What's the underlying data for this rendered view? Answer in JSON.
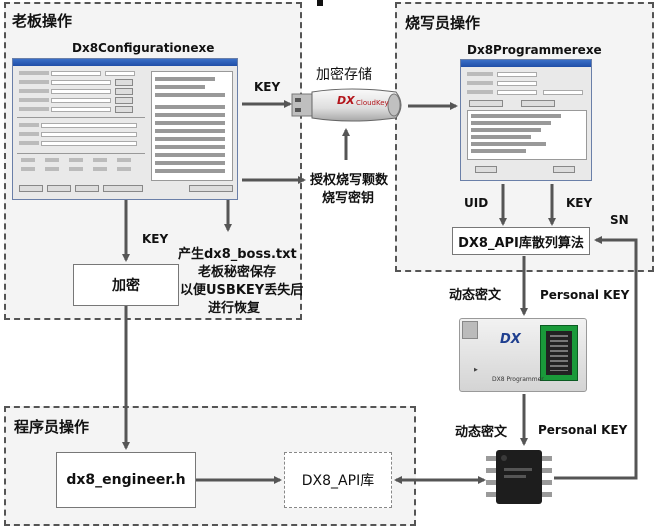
{
  "regions": {
    "boss": "老板操作",
    "burner": "烧写员操作",
    "programmer": "程序员操作"
  },
  "windows": {
    "config": "Dx8Configurationexe",
    "programmer": "Dx8Programmerexe"
  },
  "labels": {
    "key_top": "KEY",
    "encrypt_storage": "加密存储",
    "auth_line1": "授权烧写颗数",
    "auth_line2": "烧写密钥",
    "key_left": "KEY",
    "boss_file_1": "产生dx8_boss.txt",
    "boss_file_2": "老板秘密保存",
    "boss_file_3": "以便USBKEY丢失后",
    "boss_file_4": "进行恢复",
    "uid": "UID",
    "key_right": "KEY",
    "sn": "SN",
    "dynamic_cipher_1": "动态密文",
    "personal_key_1": "Personal KEY",
    "dynamic_cipher_2": "动态密文",
    "personal_key_2": "Personal KEY"
  },
  "boxes": {
    "encrypt": "加密",
    "engineer_h": "dx8_engineer.h",
    "api_lib": "DX8_API库",
    "hash_algo": "DX8_API库散列算法"
  },
  "devices": {
    "usb_brand": "DX",
    "usb_model": "CloudKey",
    "programmer_brand": "DX",
    "programmer_caption": "DX8 Programmer"
  },
  "colors": {
    "region_border": "#555555",
    "region_fill": "#f4f4f4",
    "arrow": "#555555",
    "window_title_bar": "#2a5fbf"
  }
}
